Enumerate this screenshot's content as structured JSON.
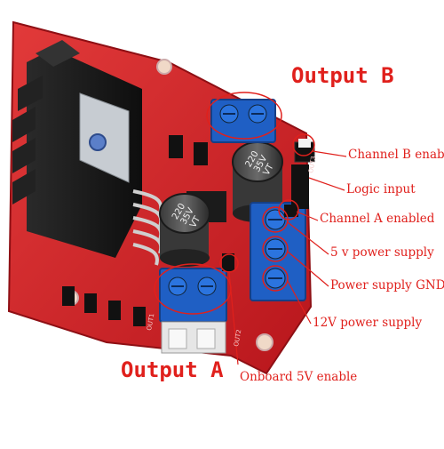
{
  "labels": {
    "output_b": "Output B",
    "output_a": "Output A",
    "channel_b_enabled": "Channel B enabled",
    "logic_input": "Logic input",
    "channel_a_enabled": "Channel A enabled",
    "five_v_supply": "5 v power supply",
    "power_gnd": "Power supply GND",
    "twelve_v_supply": "12V power supply",
    "onboard_5v_enable": "Onboard 5V enable"
  },
  "board": {
    "cap_top_text": [
      "220",
      "35V",
      "VT"
    ],
    "cap_bottom_text": [
      "220",
      "35V",
      "VT"
    ],
    "silk_out1": "OUT1",
    "silk_out2": "OUT2",
    "silk_out3": "OUT3"
  },
  "colors": {
    "annotation": "#e0201c",
    "pcb": "#d8232a",
    "terminal": "#1f5fc4",
    "heatsink": "#1a1a1a"
  }
}
